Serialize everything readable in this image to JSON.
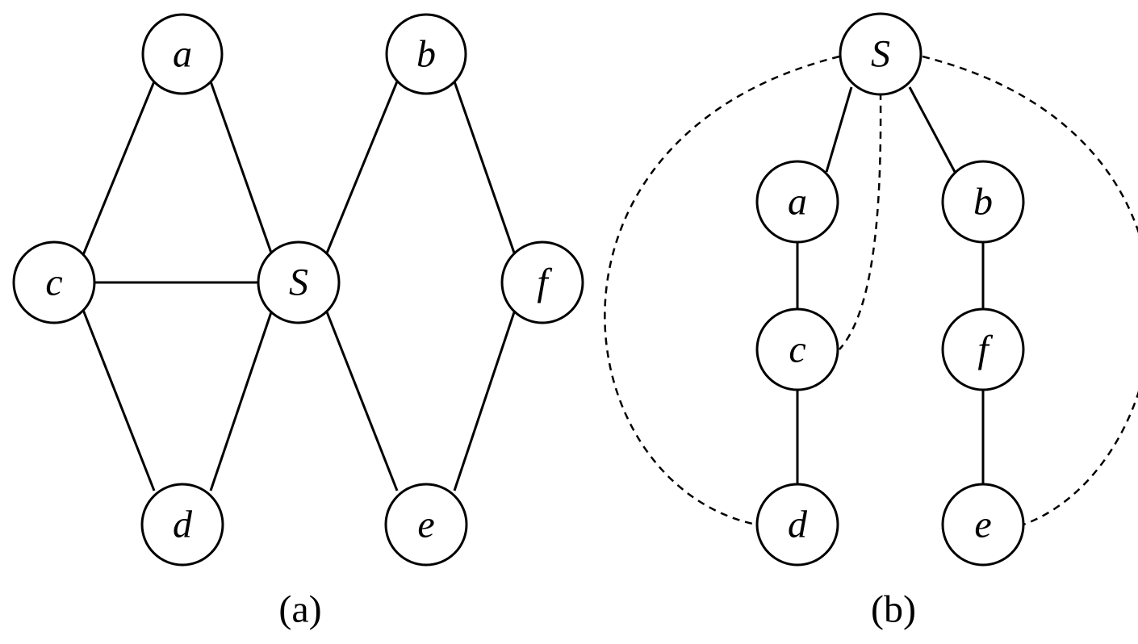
{
  "panels": [
    {
      "caption": "(a)",
      "nodes": [
        "a",
        "b",
        "c",
        "S",
        "f",
        "d",
        "e"
      ],
      "edges": [
        [
          "a",
          "c"
        ],
        [
          "a",
          "S"
        ],
        [
          "c",
          "S"
        ],
        [
          "c",
          "d"
        ],
        [
          "S",
          "d"
        ],
        [
          "S",
          "b"
        ],
        [
          "S",
          "e"
        ],
        [
          "b",
          "f"
        ],
        [
          "f",
          "e"
        ]
      ]
    },
    {
      "caption": "(b)",
      "nodes": [
        "S",
        "a",
        "b",
        "c",
        "f",
        "d",
        "e"
      ],
      "tree_edges": [
        [
          "S",
          "a"
        ],
        [
          "S",
          "b"
        ],
        [
          "a",
          "c"
        ],
        [
          "c",
          "d"
        ],
        [
          "b",
          "f"
        ],
        [
          "f",
          "e"
        ]
      ],
      "back_edges": [
        [
          "S",
          "c"
        ],
        [
          "S",
          "d"
        ],
        [
          "S",
          "e"
        ]
      ]
    }
  ]
}
